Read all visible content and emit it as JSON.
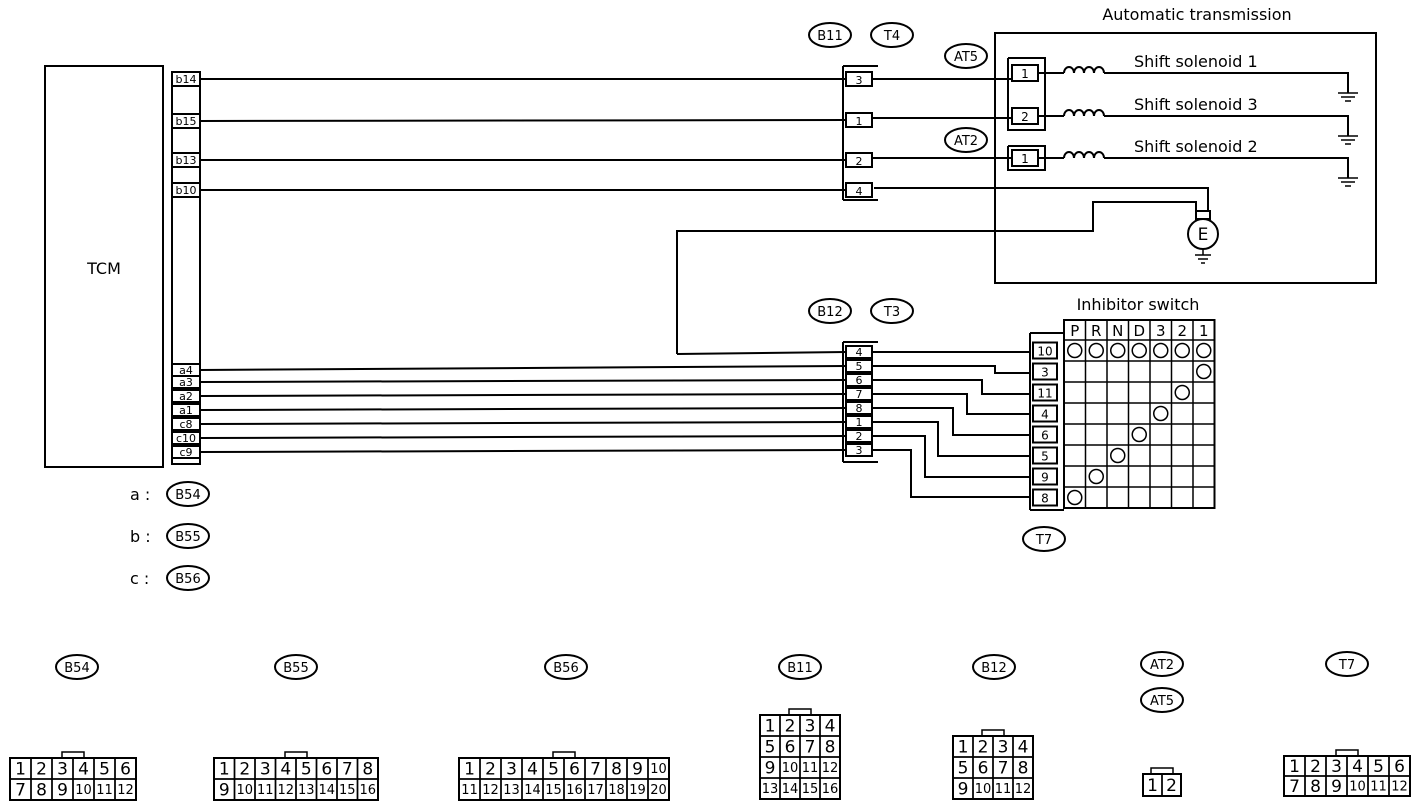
{
  "title": "Automatic transmission",
  "tcm": {
    "label": "TCM"
  },
  "tcm_pins_top": [
    "b14",
    "b15",
    "b13",
    "b10"
  ],
  "tcm_pins_bottom": [
    "a4",
    "a3",
    "a2",
    "a1",
    "c8",
    "c10",
    "c9"
  ],
  "legend": [
    {
      "letter": "a :",
      "connector": "B54"
    },
    {
      "letter": "b :",
      "connector": "B55"
    },
    {
      "letter": "c :",
      "connector": "B56"
    }
  ],
  "connector_tags": {
    "b11": "B11",
    "t4": "T4",
    "b12": "B12",
    "t3": "T3",
    "at5": "AT5",
    "at2": "AT2",
    "t7": "T7"
  },
  "upper_connector_pins": [
    "3",
    "1",
    "2",
    "4"
  ],
  "lower_connector_pins": [
    "4",
    "5",
    "6",
    "7",
    "8",
    "1",
    "2",
    "3"
  ],
  "at5_pins": [
    "1",
    "2"
  ],
  "at2_pins": [
    "1"
  ],
  "solenoids": [
    "Shift solenoid 1",
    "Shift solenoid 3",
    "Shift solenoid 2"
  ],
  "inhibitor": {
    "title": "Inhibitor switch",
    "positions": [
      "P",
      "R",
      "N",
      "D",
      "3",
      "2",
      "1"
    ],
    "pins": [
      "10",
      "3",
      "11",
      "4",
      "6",
      "5",
      "9",
      "8"
    ],
    "contacts": [
      [
        1,
        1,
        1,
        1,
        1,
        1,
        1
      ],
      [
        0,
        0,
        0,
        0,
        0,
        0,
        1
      ],
      [
        0,
        0,
        0,
        0,
        0,
        1,
        0
      ],
      [
        0,
        0,
        0,
        0,
        1,
        0,
        0
      ],
      [
        0,
        0,
        0,
        1,
        0,
        0,
        0
      ],
      [
        0,
        0,
        1,
        0,
        0,
        0,
        0
      ],
      [
        0,
        1,
        0,
        0,
        0,
        0,
        0
      ],
      [
        1,
        0,
        0,
        0,
        0,
        0,
        0
      ]
    ]
  },
  "connector_faces": [
    {
      "tag": "B54",
      "rows": [
        [
          "1",
          "2",
          "3",
          "4",
          "5",
          "6"
        ],
        [
          "7",
          "8",
          "9",
          "10",
          "11",
          "12"
        ]
      ]
    },
    {
      "tag": "B55",
      "rows": [
        [
          "1",
          "2",
          "3",
          "4",
          "5",
          "6",
          "7",
          "8"
        ],
        [
          "9",
          "10",
          "11",
          "12",
          "13",
          "14",
          "15",
          "16"
        ]
      ]
    },
    {
      "tag": "B56",
      "rows": [
        [
          "1",
          "2",
          "3",
          "4",
          "5",
          "6",
          "7",
          "8",
          "9",
          "10"
        ],
        [
          "11",
          "12",
          "13",
          "14",
          "15",
          "16",
          "17",
          "18",
          "19",
          "20"
        ]
      ]
    },
    {
      "tag": "B11",
      "rows": [
        [
          "1",
          "2",
          "3",
          "4"
        ],
        [
          "5",
          "6",
          "7",
          "8"
        ],
        [
          "9",
          "10",
          "11",
          "12"
        ],
        [
          "13",
          "14",
          "15",
          "16"
        ]
      ]
    },
    {
      "tag": "B12",
      "rows": [
        [
          "1",
          "2",
          "3",
          "4"
        ],
        [
          "5",
          "6",
          "7",
          "8"
        ],
        [
          "9",
          "10",
          "11",
          "12"
        ]
      ]
    },
    {
      "tag": "AT2",
      "tag2": "AT5",
      "rows": [
        [
          "1",
          "2"
        ]
      ]
    },
    {
      "tag": "T7",
      "rows": [
        [
          "1",
          "2",
          "3",
          "4",
          "5",
          "6"
        ],
        [
          "7",
          "8",
          "9",
          "10",
          "11",
          "12"
        ]
      ]
    }
  ]
}
